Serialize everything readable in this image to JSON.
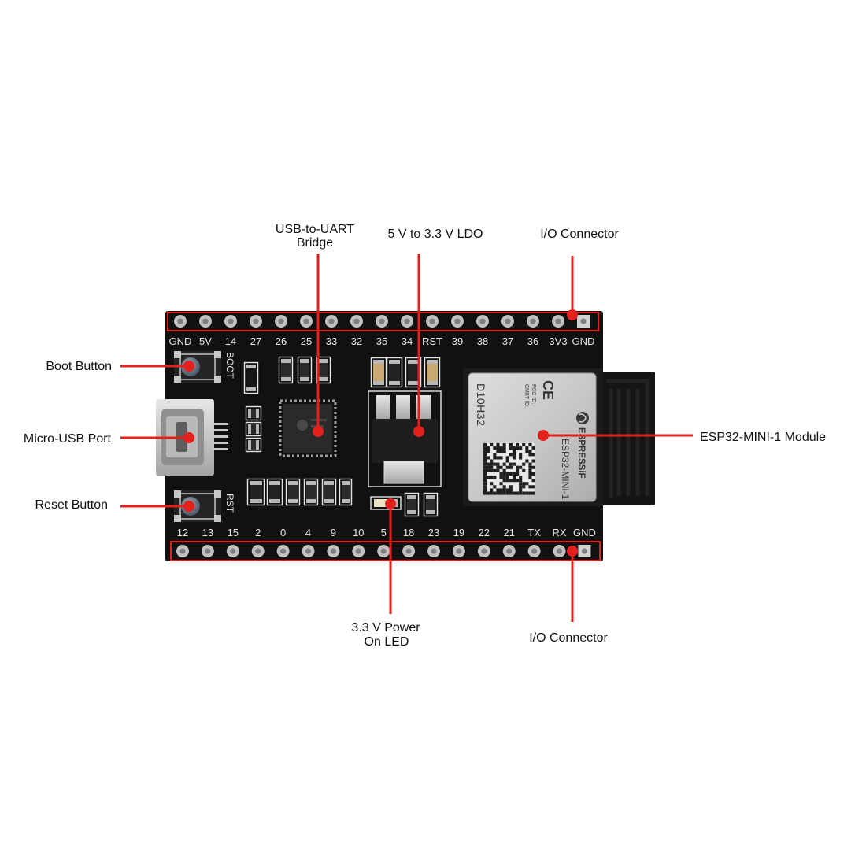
{
  "callouts": {
    "usb_uart": {
      "line1": "USB-to-UART",
      "line2": "Bridge"
    },
    "ldo": "5 V to 3.3 V LDO",
    "io_connector_top": "I/O Connector",
    "boot_button": "Boot Button",
    "micro_usb": "Micro-USB Port",
    "reset_button": "Reset Button",
    "module": "ESP32-MINI-1 Module",
    "power_led": {
      "line1": "3.3 V Power",
      "line2": "On LED"
    },
    "io_connector_bottom": "I/O Connector"
  },
  "board": {
    "top_pins": [
      "GND",
      "5V",
      "14",
      "27",
      "26",
      "25",
      "33",
      "32",
      "35",
      "34",
      "RST",
      "39",
      "38",
      "37",
      "36",
      "3V3",
      "GND"
    ],
    "bottom_pins": [
      "12",
      "13",
      "15",
      "2",
      "0",
      "4",
      "9",
      "10",
      "5",
      "18",
      "23",
      "19",
      "22",
      "21",
      "TX",
      "RX",
      "GND"
    ],
    "boot_silk": "BOOT",
    "rst_silk": "RST"
  },
  "module": {
    "mark": "CE",
    "fcc": "FCC ID:",
    "cmiit": "CMIIT ID:",
    "lot": "D10H32",
    "brand": "ESPRESSIF",
    "model": "ESP32-MINI-1"
  },
  "colors": {
    "callout": "#e3201b",
    "pcb": "#111111",
    "silkscreen": "#e6e6e6",
    "shield": "#c8c8c8",
    "background": "#ffffff"
  }
}
